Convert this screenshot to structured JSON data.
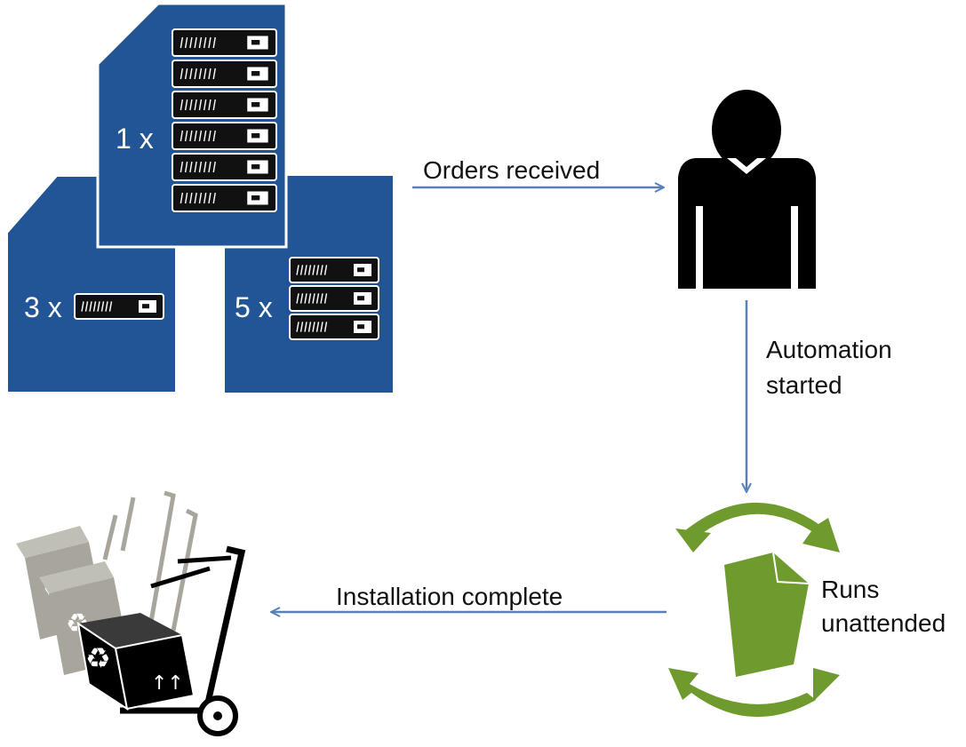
{
  "colors": {
    "order_doc": "#215595",
    "arrow": "#5b80b8",
    "cycle": "#6f9a2e",
    "person": "#000000",
    "server": "#111111",
    "box_back": "#a8a69c",
    "box_front": "#000000"
  },
  "icons": [
    "document-icon",
    "server-icon",
    "person-icon",
    "cycle-arrows-icon",
    "hand-truck-icon",
    "recycle-icon"
  ],
  "orders": [
    {
      "quantity": "1 x",
      "servers": 6
    },
    {
      "quantity": "3 x",
      "servers": 1
    },
    {
      "quantity": "5 x",
      "servers": 3
    }
  ],
  "edges": {
    "orders_received": "Orders received",
    "automation_started_line1": "Automation",
    "automation_started_line2": "started",
    "runs_unattended_line1": "Runs",
    "runs_unattended_line2": "unattended",
    "installation_complete": "Installation complete"
  }
}
